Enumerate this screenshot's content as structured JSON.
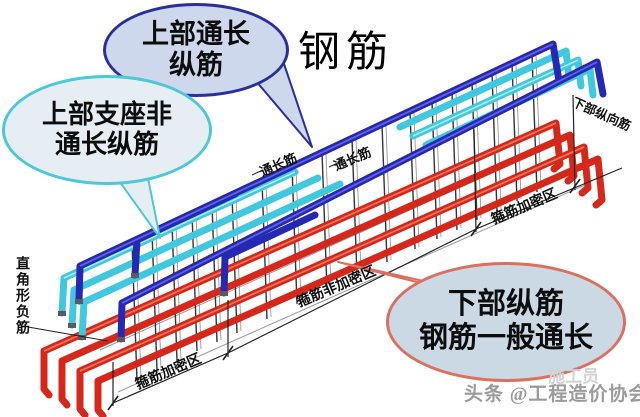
{
  "title": "钢筋",
  "callouts": {
    "top": {
      "line1": "上部通长",
      "line2": "纵筋"
    },
    "left": {
      "line1": "上部支座非",
      "line2": "通长纵筋"
    },
    "bottom": {
      "line1": "下部纵筋",
      "line2": "钢筋一般通长"
    }
  },
  "labels": {
    "tongchang_1": "通长筋",
    "tongchang_2": "通长筋",
    "zone_left": "箍筋加密区",
    "zone_middle": "箍筋非加密区",
    "zone_right": "箍筋加密区",
    "right_angle_negative_bar": "直角形负筋",
    "lower_longitudinal_bar": "下部纵向筋"
  },
  "watermark": {
    "main": "头条 @工程造价协会",
    "faint": "施工员"
  },
  "colors": {
    "rebar_top": "#2428b2",
    "rebar_top_highlight": "#6a6ae0",
    "rebar_support": "#3fc8de",
    "rebar_support_highlight": "#b8f0f6",
    "rebar_bottom": "#d6281a",
    "rebar_bottom_highlight": "#f07a64",
    "stirrup": "#33333a",
    "stirrup_ghost": "#8a8a90",
    "outline_gray": "#9a9aa0",
    "dimension": "#222222",
    "callout_top_stroke": "#2a2f9e",
    "callout_top_fill": "#cdd8ec",
    "callout_left_stroke": "#4cc8d8",
    "callout_left_fill": "#e7eef3",
    "callout_bottom_stroke": "#dd6f5f",
    "callout_bottom_fill": "#cbd9e5"
  }
}
